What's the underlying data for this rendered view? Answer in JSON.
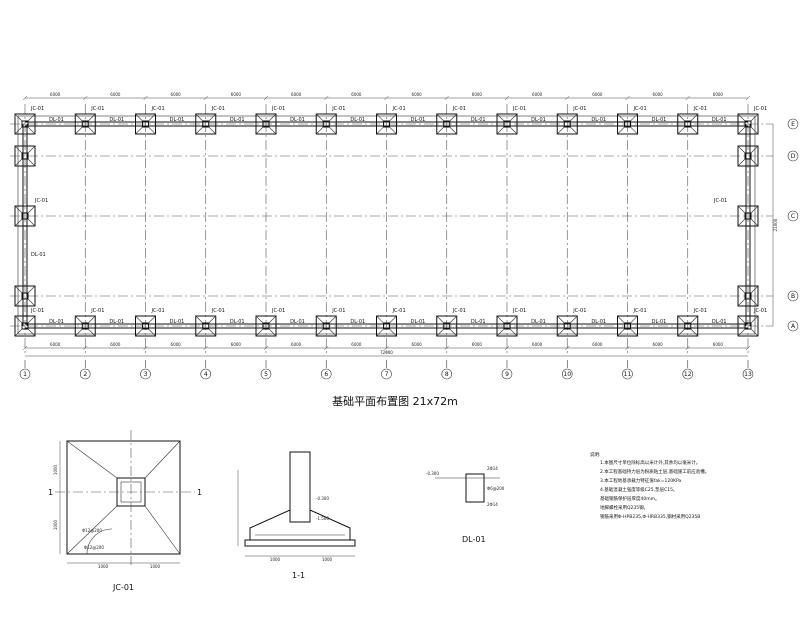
{
  "plan": {
    "title": "基础平面布置图 21x72m",
    "axes_bottom": [
      "1",
      "2",
      "3",
      "4",
      "5",
      "6",
      "7",
      "8",
      "9",
      "10",
      "11",
      "12",
      "13"
    ],
    "axes_right": [
      "A",
      "B",
      "C",
      "D",
      "E"
    ],
    "footing_label": "JC-01",
    "beam_label": "DL-01",
    "bay_dim": "6000",
    "total_dim": "72000",
    "width_dim": "21000"
  },
  "jc_detail": {
    "title": "JC-01",
    "cut_label": "1",
    "dims": [
      "1000",
      "1000"
    ],
    "side_dims": [
      "1000",
      "1000"
    ],
    "rebar_a": "Φ12@200",
    "rebar_b": "Φ12@200"
  },
  "section": {
    "title": "1-1",
    "bottom_dims": [
      "1000",
      "1000"
    ],
    "level_top": "-0.300",
    "level_bottom": "-1.500"
  },
  "beam_detail": {
    "title": "DL-01",
    "labels": [
      "2Φ14",
      "Φ6@200",
      "2Φ14",
      "-0.300"
    ]
  },
  "notes": {
    "heading": "说明:",
    "lines": [
      "1.本图尺寸单位除标高以米计外,其余均以毫米计。",
      "2.本工程基础持力层为粉质粘土层,基础施工前应验槽。",
      "3.本工程地基承载力特征值fak=120KPa",
      "4.基础混凝土强度等级C25,垫层C15。",
      "  基础钢筋保护层厚度40mm。",
      "  地脚螺栓采用Q235钢。",
      "钢筋采用Φ-HPB235,Φ-HRB335,钢材采用Q235B"
    ]
  }
}
